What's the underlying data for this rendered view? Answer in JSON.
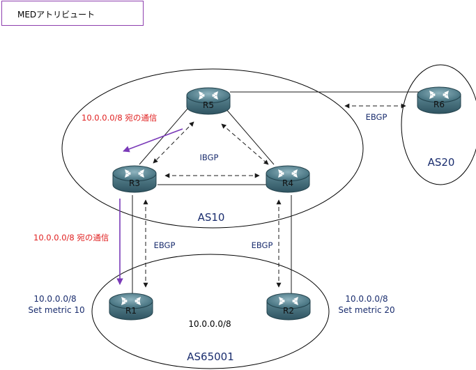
{
  "title": "MEDアトリビュート",
  "colors": {
    "as_line": "#000000",
    "link": "#1a1a1a",
    "purple": "#7a3ab8",
    "red_text": "#e02020",
    "label_blue": "#1a2d6e"
  },
  "autonomous_systems": [
    {
      "id": "as10",
      "label": "AS10"
    },
    {
      "id": "as20",
      "label": "AS20"
    },
    {
      "id": "as65001",
      "label": "AS65001"
    }
  ],
  "routers": [
    {
      "id": "r5",
      "label": "R5"
    },
    {
      "id": "r6",
      "label": "R6"
    },
    {
      "id": "r3",
      "label": "R3"
    },
    {
      "id": "r4",
      "label": "R4"
    },
    {
      "id": "r1",
      "label": "R1"
    },
    {
      "id": "r2",
      "label": "R2"
    }
  ],
  "protocols": {
    "ibgp": "IBGP",
    "ebgp_r5_r6": "EBGP",
    "ebgp_r3_r1": "EBGP",
    "ebgp_r4_r2": "EBGP"
  },
  "traffic_notes": {
    "upper": "10.0.0.0/8 宛の通信",
    "lower": "10.0.0.0/8 宛の通信"
  },
  "advertisements": {
    "r1": {
      "network": "10.0.0.0/8",
      "metric": "Set metric 10"
    },
    "r2": {
      "network": "10.0.0.0/8",
      "metric": "Set metric 20"
    }
  },
  "as65001_network": "10.0.0.0/8"
}
